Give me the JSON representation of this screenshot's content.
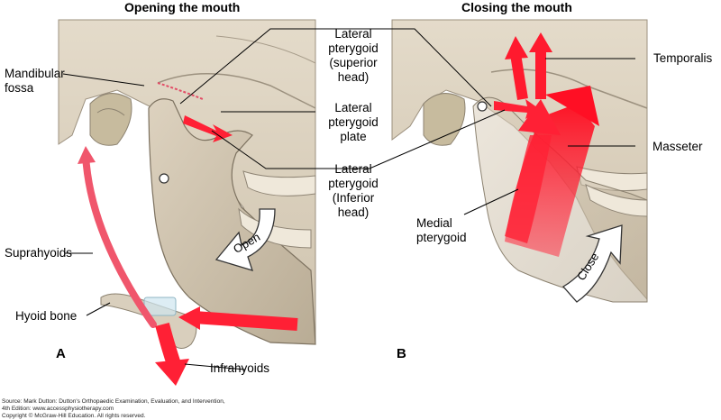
{
  "panel_a": {
    "title": "Opening the mouth",
    "letter": "A",
    "labels": {
      "mandibular_fossa": [
        "Mandibular",
        "fossa"
      ],
      "suprahyoids": "Suprahyoids",
      "hyoid_bone": "Hyoid bone",
      "infrahyoids": "Infrahyoids",
      "open": "Open"
    }
  },
  "panel_b": {
    "title": "Closing the mouth",
    "letter": "B",
    "labels": {
      "temporalis": "Temporalis",
      "masseter": "Masseter",
      "medial_pterygoid": [
        "Medial",
        "pterygoid"
      ],
      "close": "Close"
    }
  },
  "center_labels": {
    "lat_pterygoid_superior": [
      "Lateral",
      "pterygoid",
      "(superior",
      "head)"
    ],
    "lat_pterygoid_plate": [
      "Lateral",
      "pterygoid",
      "plate"
    ],
    "lat_pterygoid_inferior": [
      "Lateral",
      "pterygoid",
      "(Inferior",
      "head)"
    ]
  },
  "footer": {
    "line1": "Source: Mark Dutton: Dutton's Orthopaedic Examination, Evaluation, and Intervention,",
    "line2": "4th Edition: www.accessphysiotherapy.com",
    "line3": "Copyright © McGraw-Hill Education. All rights reserved."
  },
  "colors": {
    "bone": "#d2c6b2",
    "bone_shadow": "#b3a68f",
    "muscle_arrow": "#f0566c",
    "muscle_bright": "#ff1a2e",
    "outline": "#6b6255"
  }
}
